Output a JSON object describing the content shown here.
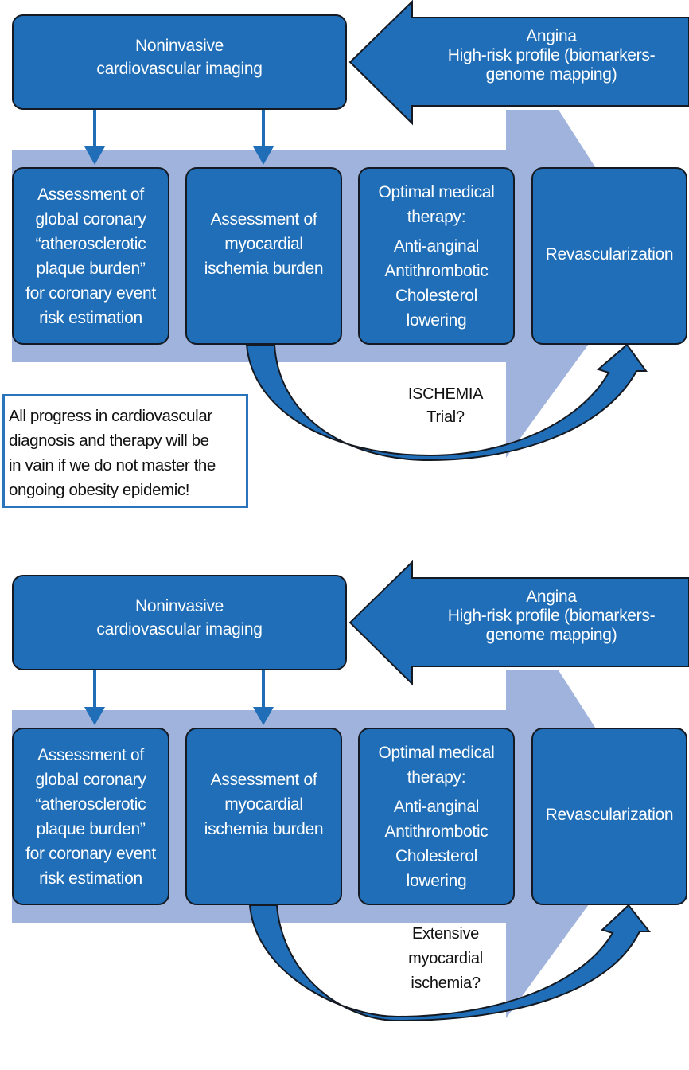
{
  "colors": {
    "box_fill": "#1f6eb7",
    "box_border": "#151a22",
    "background_arrow": "#9fb3dc",
    "note_border": "#2a74bb",
    "text_light": "#ffffff",
    "text_dark": "#111111"
  },
  "panels": [
    {
      "imaging_box": {
        "lines": [
          "Noninvasive",
          "cardiovascular imaging"
        ]
      },
      "trigger_arrow": {
        "lines": [
          "Angina",
          "High-risk profile (biomarkers-",
          "genome mapping)"
        ]
      },
      "steps": [
        {
          "lines": [
            "Assessment of",
            "global coronary",
            "“atherosclerotic",
            "plaque burden”",
            "for coronary event",
            "risk estimation"
          ]
        },
        {
          "lines": [
            "Assessment of",
            "myocardial",
            "ischemia burden"
          ]
        },
        {
          "lines": [
            "Optimal medical",
            "therapy:",
            "Anti-anginal",
            "Antithrombotic",
            "Cholesterol",
            "lowering"
          ]
        },
        {
          "lines": [
            "Revascularization"
          ]
        }
      ],
      "curved_arrow_label": {
        "lines": [
          "ISCHEMIA",
          "Trial?"
        ]
      },
      "note": {
        "lines": [
          "All progress in cardiovascular",
          "diagnosis and therapy will be",
          "in vain if we do not master the",
          "ongoing obesity epidemic!"
        ]
      }
    },
    {
      "imaging_box": {
        "lines": [
          "Noninvasive",
          "cardiovascular imaging"
        ]
      },
      "trigger_arrow": {
        "lines": [
          "Angina",
          "High-risk profile (biomarkers-",
          "genome mapping)"
        ]
      },
      "steps": [
        {
          "lines": [
            "Assessment of",
            "global coronary",
            "“atherosclerotic",
            "plaque burden”",
            "for coronary event",
            "risk estimation"
          ]
        },
        {
          "lines": [
            "Assessment of",
            "myocardial",
            "ischemia burden"
          ]
        },
        {
          "lines": [
            "Optimal medical",
            "therapy:",
            "Anti-anginal",
            "Antithrombotic",
            "Cholesterol",
            "lowering"
          ]
        },
        {
          "lines": [
            "Revascularization"
          ]
        }
      ],
      "curved_arrow_label": {
        "lines": [
          "Extensive",
          "myocardial",
          "ischemia?"
        ]
      }
    }
  ]
}
